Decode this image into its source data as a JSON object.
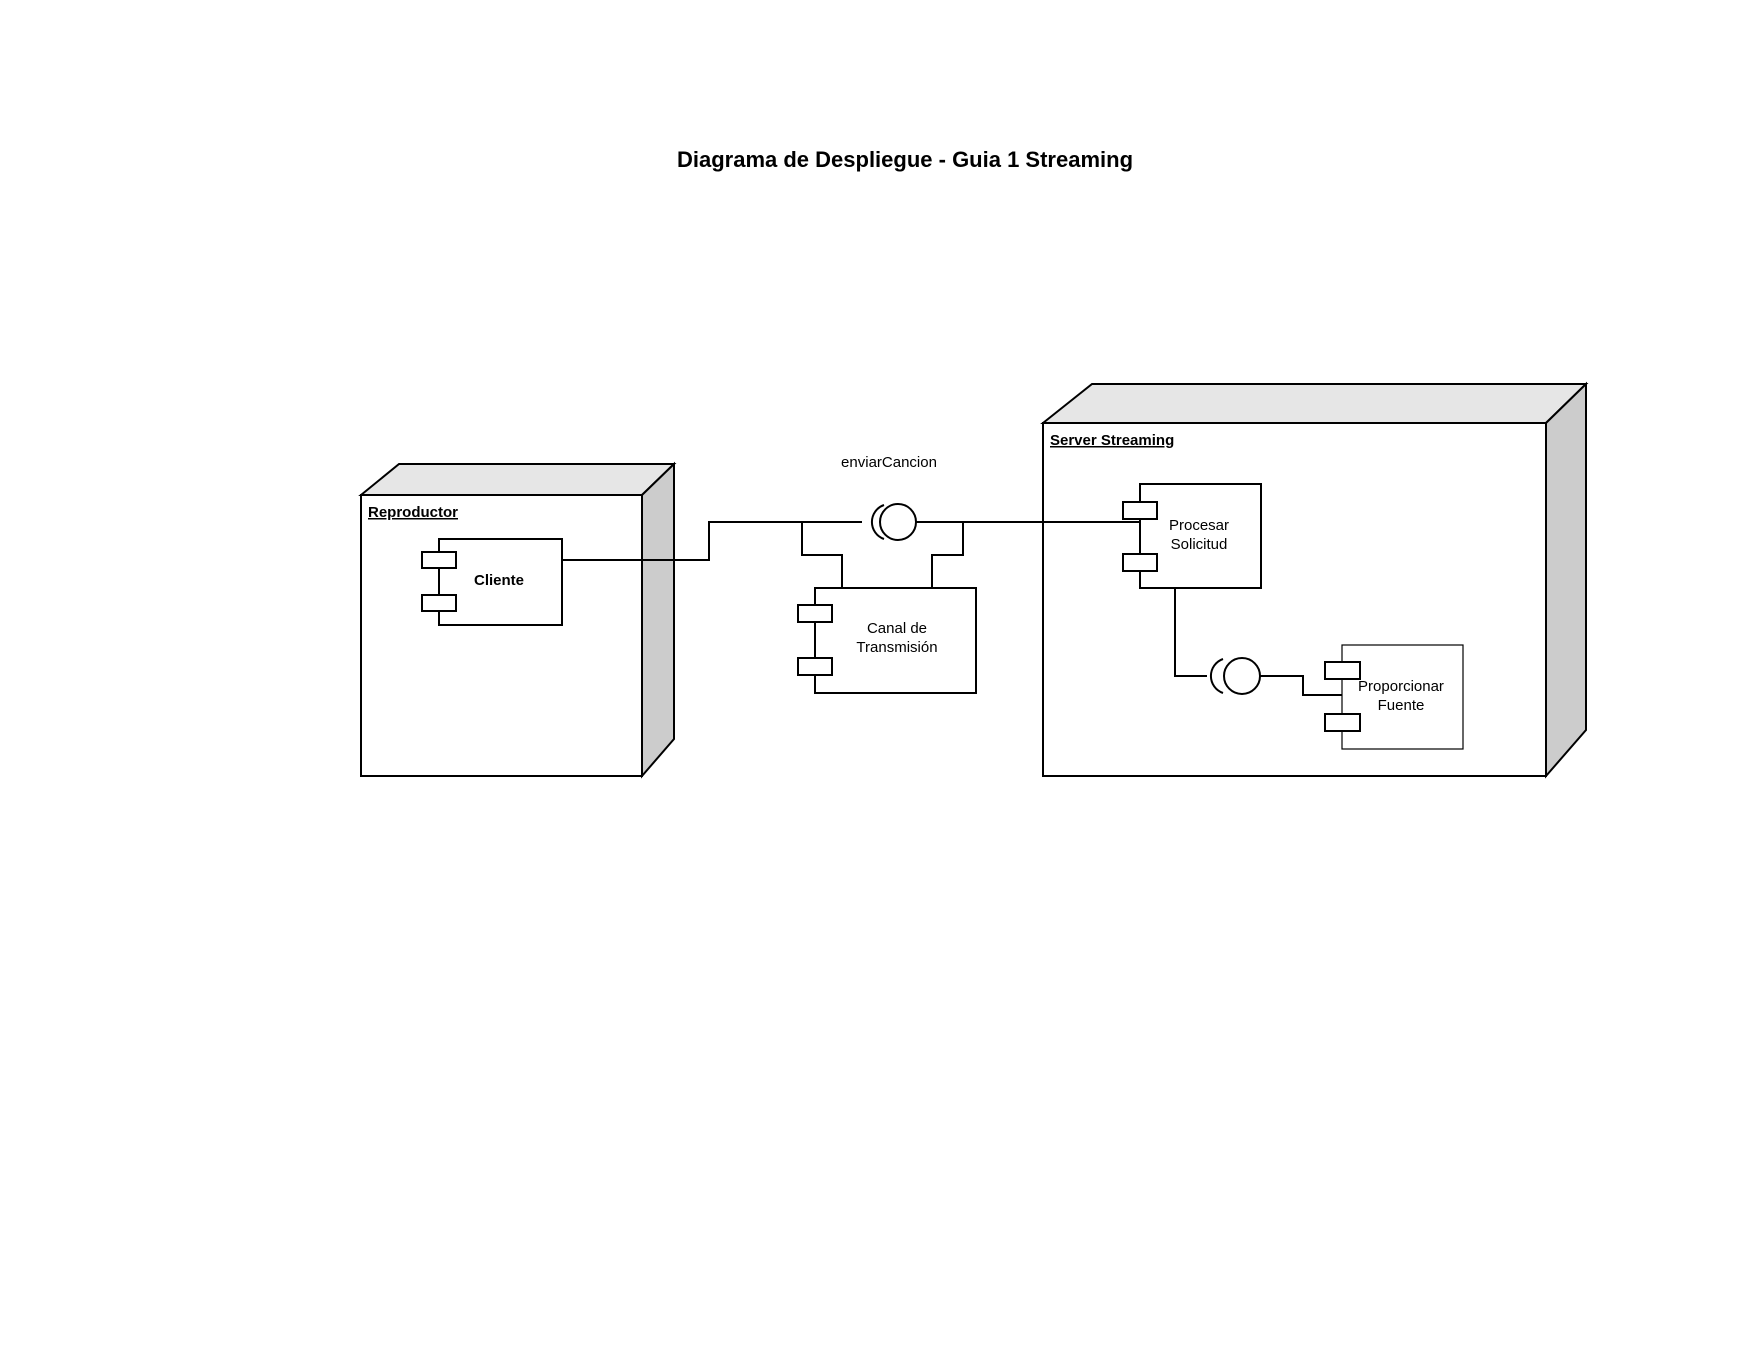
{
  "title": "Diagrama de Despliegue - Guia 1 Streaming",
  "colors": {
    "line": "#000000",
    "node_top": "#e6e6e6",
    "node_side": "#cccccc",
    "background": "#ffffff"
  },
  "nodes": {
    "reproductor": {
      "label": "Reproductor"
    },
    "server": {
      "label": "Server Streaming"
    }
  },
  "components": {
    "cliente": {
      "label": "Cliente"
    },
    "canal": {
      "line1": "Canal de",
      "line2": "Transmisión"
    },
    "procesar": {
      "line1": "Procesar",
      "line2": "Solicitud"
    },
    "proporcionar": {
      "line1": "Proporcionar",
      "line2": "Fuente"
    }
  },
  "interfaces": {
    "enviar": {
      "label": "enviarCancion"
    }
  }
}
